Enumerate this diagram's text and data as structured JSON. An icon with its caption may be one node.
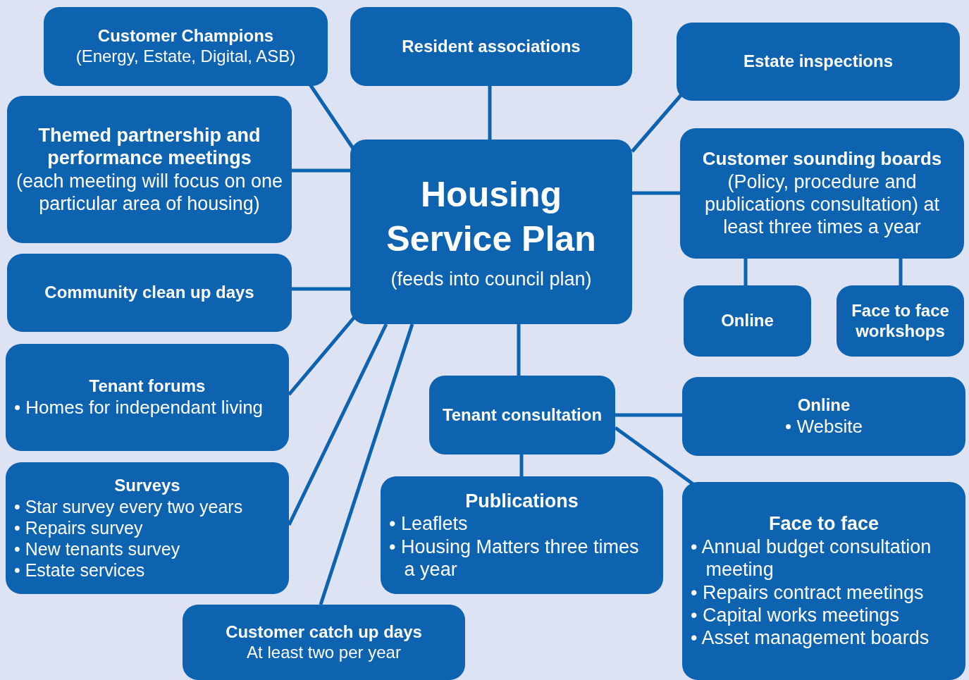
{
  "diagram": {
    "nodes": [
      {
        "text": [
          "Customer Champions",
          "(Energy, Estate, Digital, ASB)"
        ]
      },
      {
        "text": [
          "Resident associations"
        ]
      },
      {
        "text": [
          "Estate inspections"
        ]
      },
      {
        "text": [
          "Themed partnership and performance meetings",
          "(each meeting will focus on one particular area of housing)"
        ]
      },
      {
        "text": [
          "Housing Service Plan",
          "(feeds into council plan)"
        ]
      },
      {
        "text": [
          "Customer sounding boards",
          "(Policy, procedure and publications consultation) at least three times a year"
        ]
      },
      {
        "text": [
          "Community clean up days"
        ]
      },
      {
        "text": [
          "Online"
        ]
      },
      {
        "text": [
          "Face to face workshops"
        ]
      },
      {
        "text": [
          "Tenant forums",
          "• Homes for independant living"
        ]
      },
      {
        "text": [
          "Tenant consultation"
        ]
      },
      {
        "text": [
          "Online",
          "• Website"
        ]
      },
      {
        "text": [
          "Surveys",
          "• Star survey every two years",
          "• Repairs survey",
          "• New tenants survey",
          "• Estate services"
        ]
      },
      {
        "text": [
          "Publications",
          "• Leaflets",
          "• Housing Matters three times a year"
        ]
      },
      {
        "text": [
          "Face to face",
          "• Annual budget consultation meeting",
          "• Repairs contract meetings",
          "• Capital works meetings",
          "• Asset management boards"
        ]
      },
      {
        "text": [
          "Customer catch up days",
          "At least two per year"
        ]
      }
    ],
    "edges": [
      {
        "from": 4,
        "to": 0,
        "arrow": "none"
      },
      {
        "from": 4,
        "to": 1,
        "arrow": "none"
      },
      {
        "from": 4,
        "to": 2,
        "arrow": "none"
      },
      {
        "from": 4,
        "to": 3,
        "arrow": "none"
      },
      {
        "from": 4,
        "to": 5,
        "arrow": "none"
      },
      {
        "from": 4,
        "to": 6,
        "arrow": "none"
      },
      {
        "from": 4,
        "to": 9,
        "arrow": "none"
      },
      {
        "from": 4,
        "to": 12,
        "arrow": "none"
      },
      {
        "from": 4,
        "to": 15,
        "arrow": "none"
      },
      {
        "from": 4,
        "to": 10,
        "arrow": "none"
      },
      {
        "from": 5,
        "to": 7,
        "arrow": "none"
      },
      {
        "from": 5,
        "to": 8,
        "arrow": "none"
      },
      {
        "from": 10,
        "to": 11,
        "arrow": "none"
      },
      {
        "from": 10,
        "to": 14,
        "arrow": "none"
      },
      {
        "from": 10,
        "to": 13,
        "arrow": "none"
      }
    ]
  }
}
